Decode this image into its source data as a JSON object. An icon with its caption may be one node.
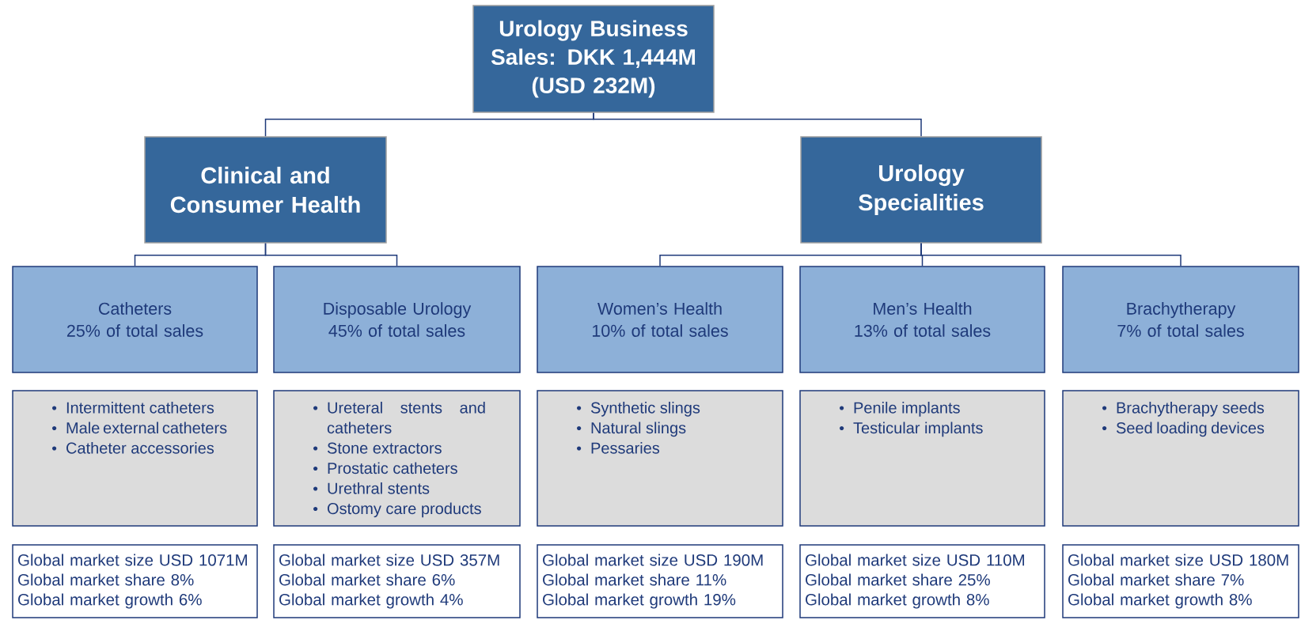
{
  "diagram": {
    "nodes": [
      {
        "text": [
          "Urology Business",
          "Sales: DKK 1,444M (USD 232M)"
        ]
      },
      {
        "text": [
          "Clinical and Consumer Health"
        ]
      },
      {
        "text": [
          "Urology Specialities"
        ]
      },
      {
        "text": [
          "Catheters",
          "25% of total sales"
        ]
      },
      {
        "text": [
          "Disposable Urology",
          "45% of total sales"
        ]
      },
      {
        "text": [
          "Women’s Health",
          "10% of total sales"
        ]
      },
      {
        "text": [
          "Men’s Health",
          "13% of total sales"
        ]
      },
      {
        "text": [
          "Brachytherapy",
          "7% of total sales"
        ]
      },
      {
        "text": [
          "Intermittent catheters",
          "Male external catheters",
          "Catheter accessories"
        ]
      },
      {
        "text": [
          "Ureteral stents and catheters",
          "Stone extractors",
          "Prostatic catheters",
          "Urethral stents",
          "Ostomy care products"
        ]
      },
      {
        "text": [
          "Synthetic slings",
          "Natural slings",
          "Pessaries"
        ]
      },
      {
        "text": [
          "Penile implants",
          "Testicular implants"
        ]
      },
      {
        "text": [
          "Brachytherapy seeds",
          "Seed loading devices"
        ]
      },
      {
        "text": [
          "Global market size USD 1071M",
          "Global market share 8%",
          "Global market growth 6%"
        ]
      },
      {
        "text": [
          "Global market size USD 357M",
          "Global market share 6%",
          "Global market growth 4%"
        ]
      },
      {
        "text": [
          "Global market size USD 190M",
          "Global market share 11%",
          "Global market growth 19%"
        ]
      },
      {
        "text": [
          "Global market size USD 110M",
          "Global market share 25%",
          "Global market growth 8%"
        ]
      },
      {
        "text": [
          "Global market size USD 180M",
          "Global market share 7%",
          "Global market growth 8%"
        ]
      }
    ],
    "edges": [
      {
        "from": 0,
        "to": 1,
        "arrow": "none"
      },
      {
        "from": 0,
        "to": 2,
        "arrow": "none"
      },
      {
        "from": 1,
        "to": 3,
        "arrow": "none"
      },
      {
        "from": 1,
        "to": 4,
        "arrow": "none"
      },
      {
        "from": 2,
        "to": 5,
        "arrow": "none"
      },
      {
        "from": 2,
        "to": 6,
        "arrow": "none"
      },
      {
        "from": 2,
        "to": 7,
        "arrow": "none"
      }
    ]
  }
}
